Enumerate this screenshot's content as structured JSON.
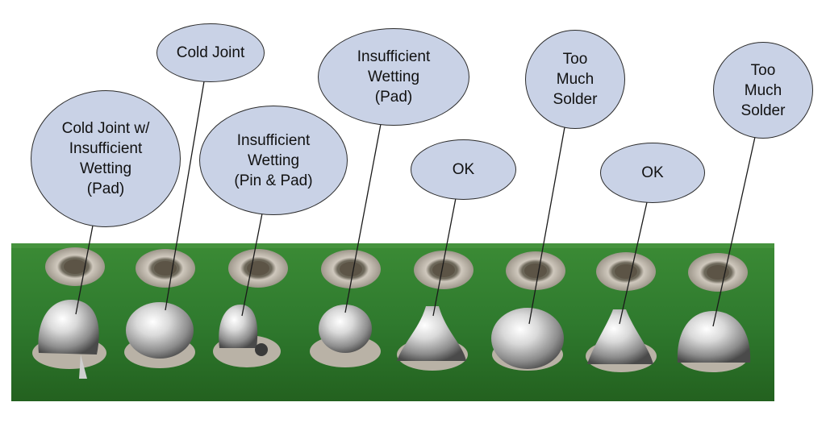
{
  "colors": {
    "board": "#2f7a2e",
    "board_dark": "#1f5a1f",
    "bubble_fill": "#c9d2e6",
    "solder": "#d8d8d8",
    "pad_ring": "#bdb6ac"
  },
  "labels": [
    {
      "id": "cold-joint-insufficient-wetting",
      "text": "Cold Joint w/\nInsufficient\nWetting\n(Pad)"
    },
    {
      "id": "cold-joint",
      "text": "Cold Joint"
    },
    {
      "id": "insufficient-wetting-pin-pad",
      "text": "Insufficient\nWetting\n(Pin & Pad)"
    },
    {
      "id": "insufficient-wetting-pad",
      "text": "Insufficient\nWetting\n(Pad)"
    },
    {
      "id": "ok-1",
      "text": "OK"
    },
    {
      "id": "too-much-solder-1",
      "text": "Too\nMuch\nSolder"
    },
    {
      "id": "ok-2",
      "text": "OK"
    },
    {
      "id": "too-much-solder-2",
      "text": "Too\nMuch\nSolder"
    }
  ]
}
